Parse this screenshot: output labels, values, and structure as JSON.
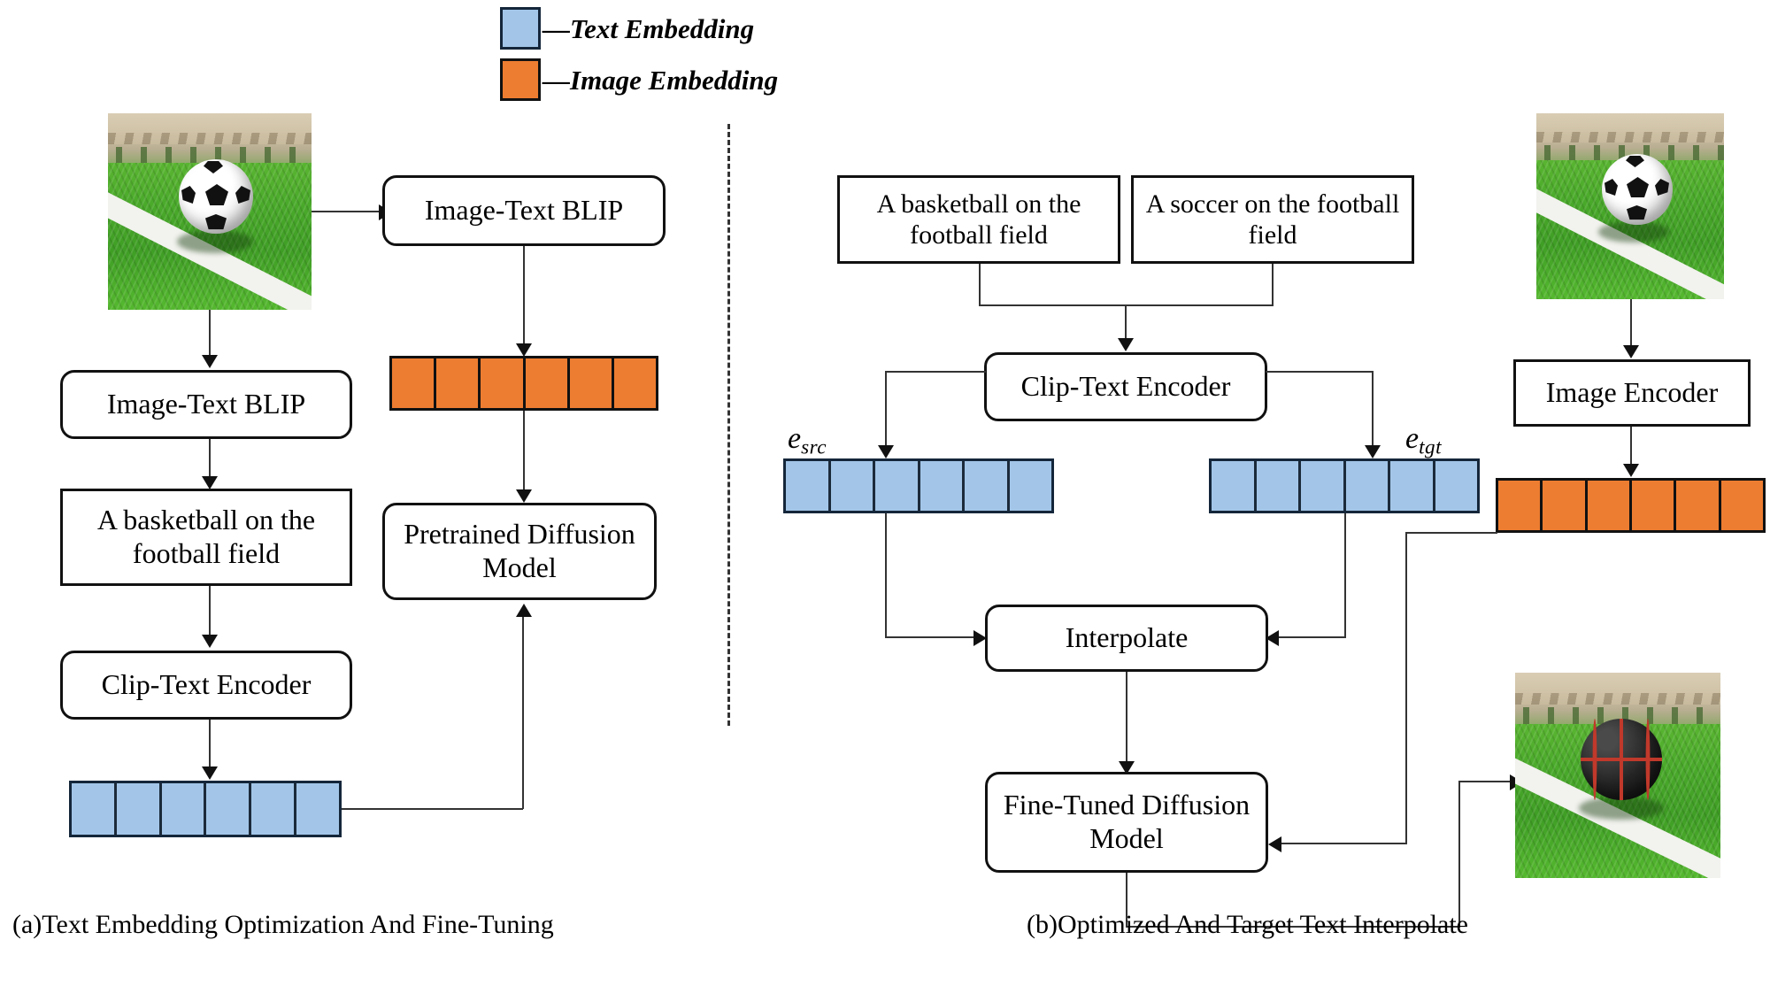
{
  "legend": {
    "items": [
      {
        "label": "Text Embedding",
        "color": "#a3c6e8",
        "icon": "blue-square-swatch",
        "dash": "—"
      },
      {
        "label": "Image Embedding",
        "color": "#ed7d31",
        "icon": "orange-square-swatch",
        "dash": "—"
      }
    ]
  },
  "panel_a": {
    "caption": "(a)Text Embedding Optimization And Fine-Tuning",
    "source_image_alt": "soccer ball on football field",
    "blip_top": "Image-Text BLIP",
    "blip_left": "Image-Text BLIP",
    "prompt_box": "A basketball on the football field",
    "clip_text_encoder": "Clip-Text Encoder",
    "pretrained_diffusion": "Pretrained Diffusion Model",
    "image_embedding_cells": 6,
    "text_embedding_cells": 6
  },
  "panel_b": {
    "caption": "(b)Optimized And Target Text Interpolate",
    "source_prompt": "A basketball on the football field",
    "target_prompt": "A soccer on the football field",
    "clip_text_encoder": "Clip-Text Encoder",
    "interpolate": "Interpolate",
    "fine_tuned_diffusion": "Fine-Tuned Diffusion Model",
    "image_encoder": "Image Encoder",
    "e_src_label": "e",
    "e_src_sub": "src",
    "e_tgt_label": "e",
    "e_tgt_sub": "tgt",
    "src_embedding_cells": 6,
    "tgt_embedding_cells": 6,
    "image_embedding_cells": 6,
    "input_image_alt": "soccer ball on football field",
    "output_image_alt": "black-red basketball on football field"
  },
  "colors": {
    "text_embedding": "#a3c6e8",
    "image_embedding": "#ed7d31",
    "stroke": "#111111",
    "background": "#ffffff"
  }
}
